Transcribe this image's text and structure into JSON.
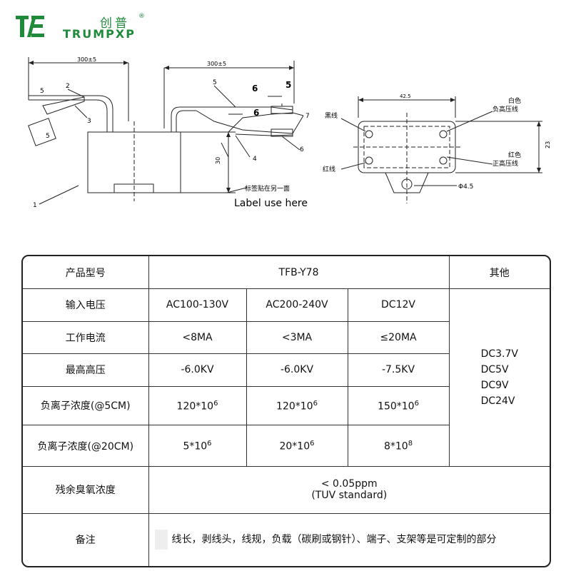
{
  "brand": {
    "cn_name": "创普",
    "en_name": "TRUMPXP",
    "reg_mark": "®",
    "logo_color": "#1e8a3a"
  },
  "drawing": {
    "left_view": {
      "dim_top": "300±5",
      "dim_5a": "5",
      "dim_5b": "5",
      "callout_1": "1",
      "callout_2": "2",
      "callout_3": "3",
      "dim_30": "30"
    },
    "mid_view": {
      "dim_top": "300±5",
      "callout_4": "4",
      "callout_5": "5",
      "callout_6a": "6",
      "callout_6b": "6",
      "callout_6c": "6",
      "callout_7": "7",
      "dim_5": "5"
    },
    "label_note_cn": "标签贴在另一面",
    "label_note_en": "Label use here",
    "right_view": {
      "dim_width": "42.5",
      "dim_height": "23",
      "hole": "Φ4.5",
      "black_wire": "黑线",
      "red_wire": "红线",
      "white_label": "白色",
      "neg_hv": "负高压线",
      "red_label": "红色",
      "pos_hv": "正高压线"
    }
  },
  "table": {
    "row_model": {
      "label": "产品型号",
      "value": "TFB-Y78",
      "other": "其他"
    },
    "row_voltage": {
      "label": "输入电压",
      "values": [
        "AC100-130V",
        "AC200-240V",
        "DC12V"
      ]
    },
    "row_current": {
      "label": "工作电流",
      "values": [
        "<8MA",
        "<3MA",
        "≤20MA"
      ]
    },
    "row_hv": {
      "label": "最高高压",
      "values": [
        "-6.0KV",
        "-6.0KV",
        "-7.5KV"
      ]
    },
    "row_ion5": {
      "label": "负离子浓度(@5CM)",
      "values": [
        {
          "base": "120*10",
          "exp": "6"
        },
        {
          "base": "120*10",
          "exp": "6"
        },
        {
          "base": "150*10",
          "exp": "6"
        }
      ]
    },
    "row_ion20": {
      "label": "负离子浓度(@20CM)",
      "values": [
        {
          "base": "5*10",
          "exp": "6"
        },
        {
          "base": "20*10",
          "exp": "6"
        },
        {
          "base": "8*10",
          "exp": "8"
        }
      ]
    },
    "other_values": [
      "DC3.7V",
      "DC5V",
      "DC9V",
      "DC24V"
    ],
    "row_ozone": {
      "label": "残余臭氧浓度",
      "value_line1": "< 0.05ppm",
      "value_line2": "(TUV standard)"
    },
    "row_note": {
      "label": "备注",
      "value": "线长，剥线头，线规，负载（碳刷或钢针）、端子、支架等是可定制的部分"
    }
  }
}
